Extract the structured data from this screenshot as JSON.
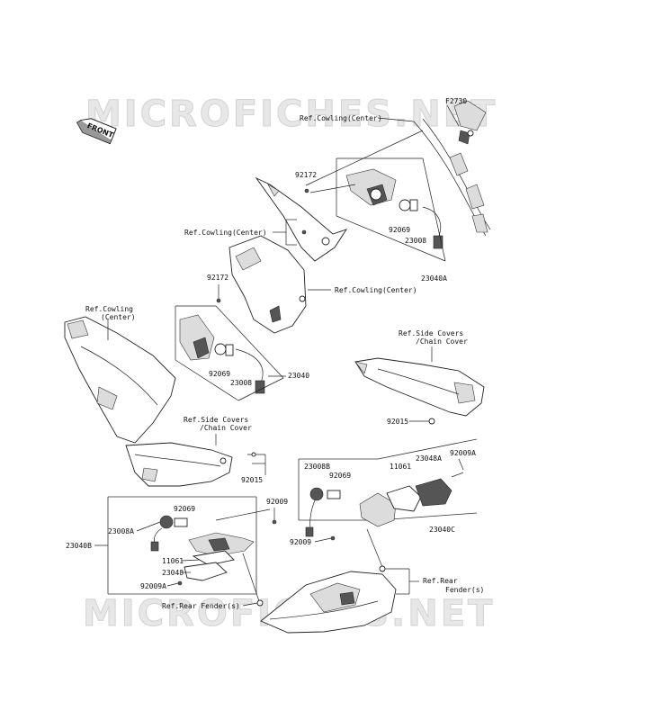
{
  "watermark": {
    "top": "MICROFICHES.NET",
    "bottom": "MICROFICHES.NET"
  },
  "front_marker": "FRONT",
  "labels": {
    "f2730": "F2730",
    "ref_cowling_center_1": "Ref.Cowling(Center)",
    "p92172_a": "92172",
    "ref_cowling_center_2": "Ref.Cowling(Center)",
    "p92069_a": "92069",
    "p23008_a": "23008",
    "p23040a": "23040A",
    "p92172_b": "92172",
    "ref_cowling_center_3": "Ref.Cowling(Center)",
    "ref_cowling_line1": "Ref.Cowling",
    "ref_cowling_line2": "(Center)",
    "p92069_b": "92069",
    "p23008_b": "23008",
    "p23040": "23040",
    "ref_side_covers_1_l1": "Ref.Side Covers",
    "ref_side_covers_1_l2": "/Chain Cover",
    "ref_side_covers_2_l1": "Ref.Side Covers",
    "ref_side_covers_2_l2": "/Chain Cover",
    "p92015_a": "92015",
    "p92015_b": "92015",
    "p23008b": "23008B",
    "p92069_c": "92069",
    "p11061_a": "11061",
    "p23048a": "23048A",
    "p92009a_a": "92009A",
    "p23040c": "23040C",
    "p92009_a": "92009",
    "p92009_b": "92009",
    "p92069_d": "92069",
    "p23008a": "23008A",
    "p23040b": "23040B",
    "p11061_b": "11061",
    "p23048": "23048",
    "p92009a_b": "92009A",
    "ref_rear_fender_1": "Ref.Rear Fender(s)",
    "ref_rear_fender_2_l1": "Ref.Rear",
    "ref_rear_fender_2_l2": "Fender(s)"
  }
}
